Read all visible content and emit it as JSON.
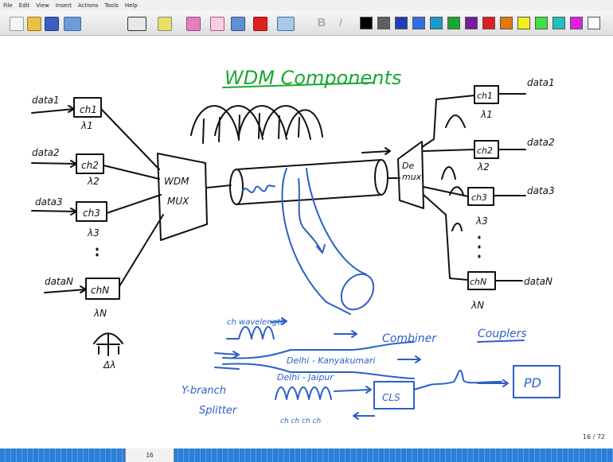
{
  "menu": [
    "File",
    "Edit",
    "View",
    "Insert",
    "Actions",
    "Tools",
    "Help"
  ],
  "colors": {
    "ink_black": "#111111",
    "ink_green": "#1aa832",
    "ink_blue": "#2d5fc8",
    "swatches": [
      "#000000",
      "#5f5f5f",
      "#1f3fb0",
      "#2f6fe0",
      "#1a9ad0",
      "#1aa832",
      "#7a1aa0",
      "#e02020",
      "#e07a10",
      "#f0f020",
      "#40e040",
      "#20c0c0",
      "#e020e0",
      "#ffffff"
    ]
  },
  "toolbar_icons": [
    "new-page-icon",
    "open-icon",
    "save-icon",
    "undo-icon",
    "pen-icon",
    "highlighter-icon",
    "eraser-icon",
    "lasso-icon",
    "pointer-icon",
    "insert-space-icon",
    "bold-icon",
    "italic-icon"
  ],
  "page": {
    "number": "16 / 72",
    "scroll_label": "16"
  },
  "notes": {
    "title": "WDM Components",
    "mux_label": "WDM\nMUX",
    "demux_label": "De\nmux",
    "inputs": [
      {
        "data": "data1",
        "ch": "ch1",
        "lambda": "λ1"
      },
      {
        "data": "data2",
        "ch": "ch2",
        "lambda": "λ2"
      },
      {
        "data": "data3",
        "ch": "ch3",
        "lambda": "λ3"
      },
      {
        "data": "dataN",
        "ch": "chN",
        "lambda": "λN"
      }
    ],
    "outputs": [
      {
        "data": "data1",
        "ch": "ch1",
        "lambda": "λ1"
      },
      {
        "data": "data2",
        "ch": "ch2",
        "lambda": "λ2"
      },
      {
        "data": "data3",
        "ch": "ch3",
        "lambda": "λ3"
      },
      {
        "data": "dataN",
        "ch": "chN",
        "lambda": "λN"
      }
    ],
    "delta_lambda": "Δλ",
    "ch_wavelength": "ch wavelength",
    "coupler_name": "Delhi - Kanyakumari",
    "combiner": "Combiner",
    "couplers": "Couplers",
    "ybranch": "Y-branch\nSplitter",
    "splitter_name": "Delhi - Jaipur",
    "ch_list": "ch ch ch ch",
    "cls_box": "CLS",
    "pd_box": "PD"
  }
}
